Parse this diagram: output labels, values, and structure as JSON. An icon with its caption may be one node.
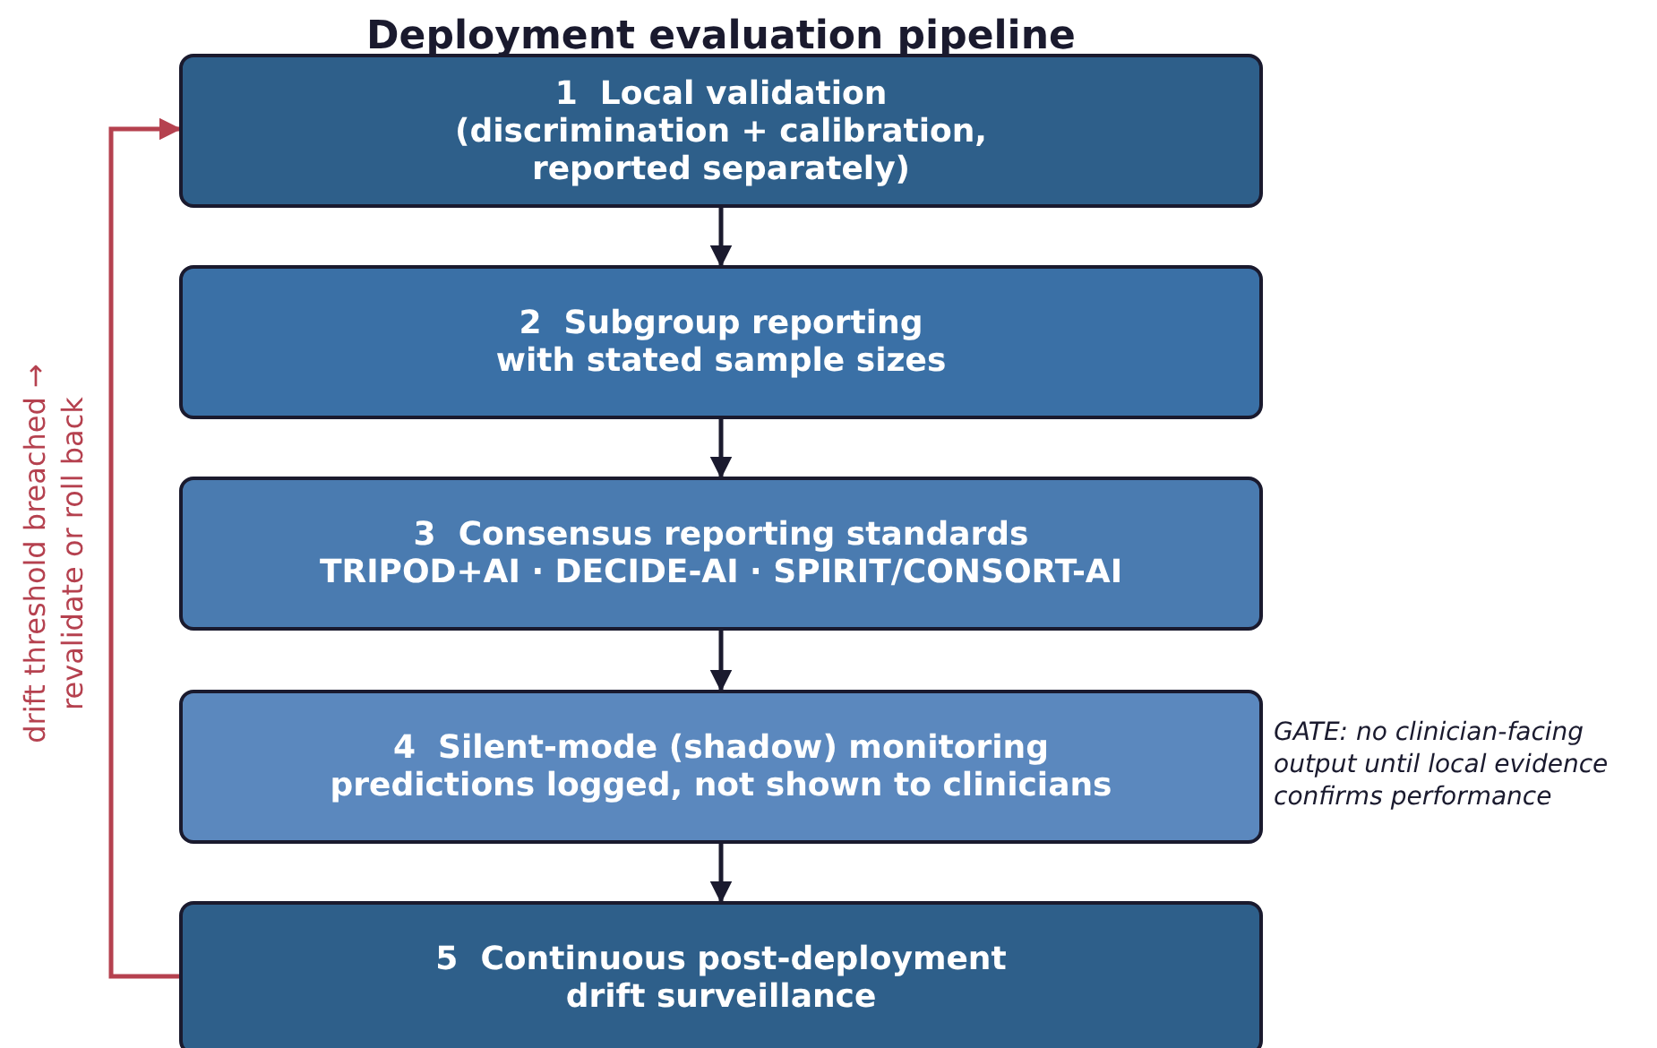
{
  "diagram": {
    "title": "Deployment evaluation pipeline",
    "nodes": [
      {
        "text": [
          "1  Local validation",
          "(discrimination + calibration, reported separately)"
        ]
      },
      {
        "text": [
          "2  Subgroup reporting",
          "with stated sample sizes"
        ]
      },
      {
        "text": [
          "3  Consensus reporting standards",
          "TRIPOD+AI · DECIDE-AI · SPIRIT/CONSORT-AI"
        ]
      },
      {
        "text": [
          "4  Silent-mode (shadow) monitoring",
          "predictions logged, not shown to clinicians"
        ],
        "beside": [
          "GATE: no clinician-facing output until local evidence confirms performance"
        ]
      },
      {
        "text": [
          "5  Continuous post-deployment",
          "drift surveillance"
        ]
      }
    ],
    "edges": [
      {
        "from": 0,
        "to": 1,
        "arrow": "to"
      },
      {
        "from": 1,
        "to": 2,
        "arrow": "to"
      },
      {
        "from": 2,
        "to": 3,
        "arrow": "to"
      },
      {
        "from": 3,
        "to": 4,
        "arrow": "to"
      },
      {
        "from": 4,
        "to": 0,
        "arrow": "to",
        "color": "#b5414f",
        "label": "drift threshold breached → revalidate or roll back"
      }
    ]
  }
}
